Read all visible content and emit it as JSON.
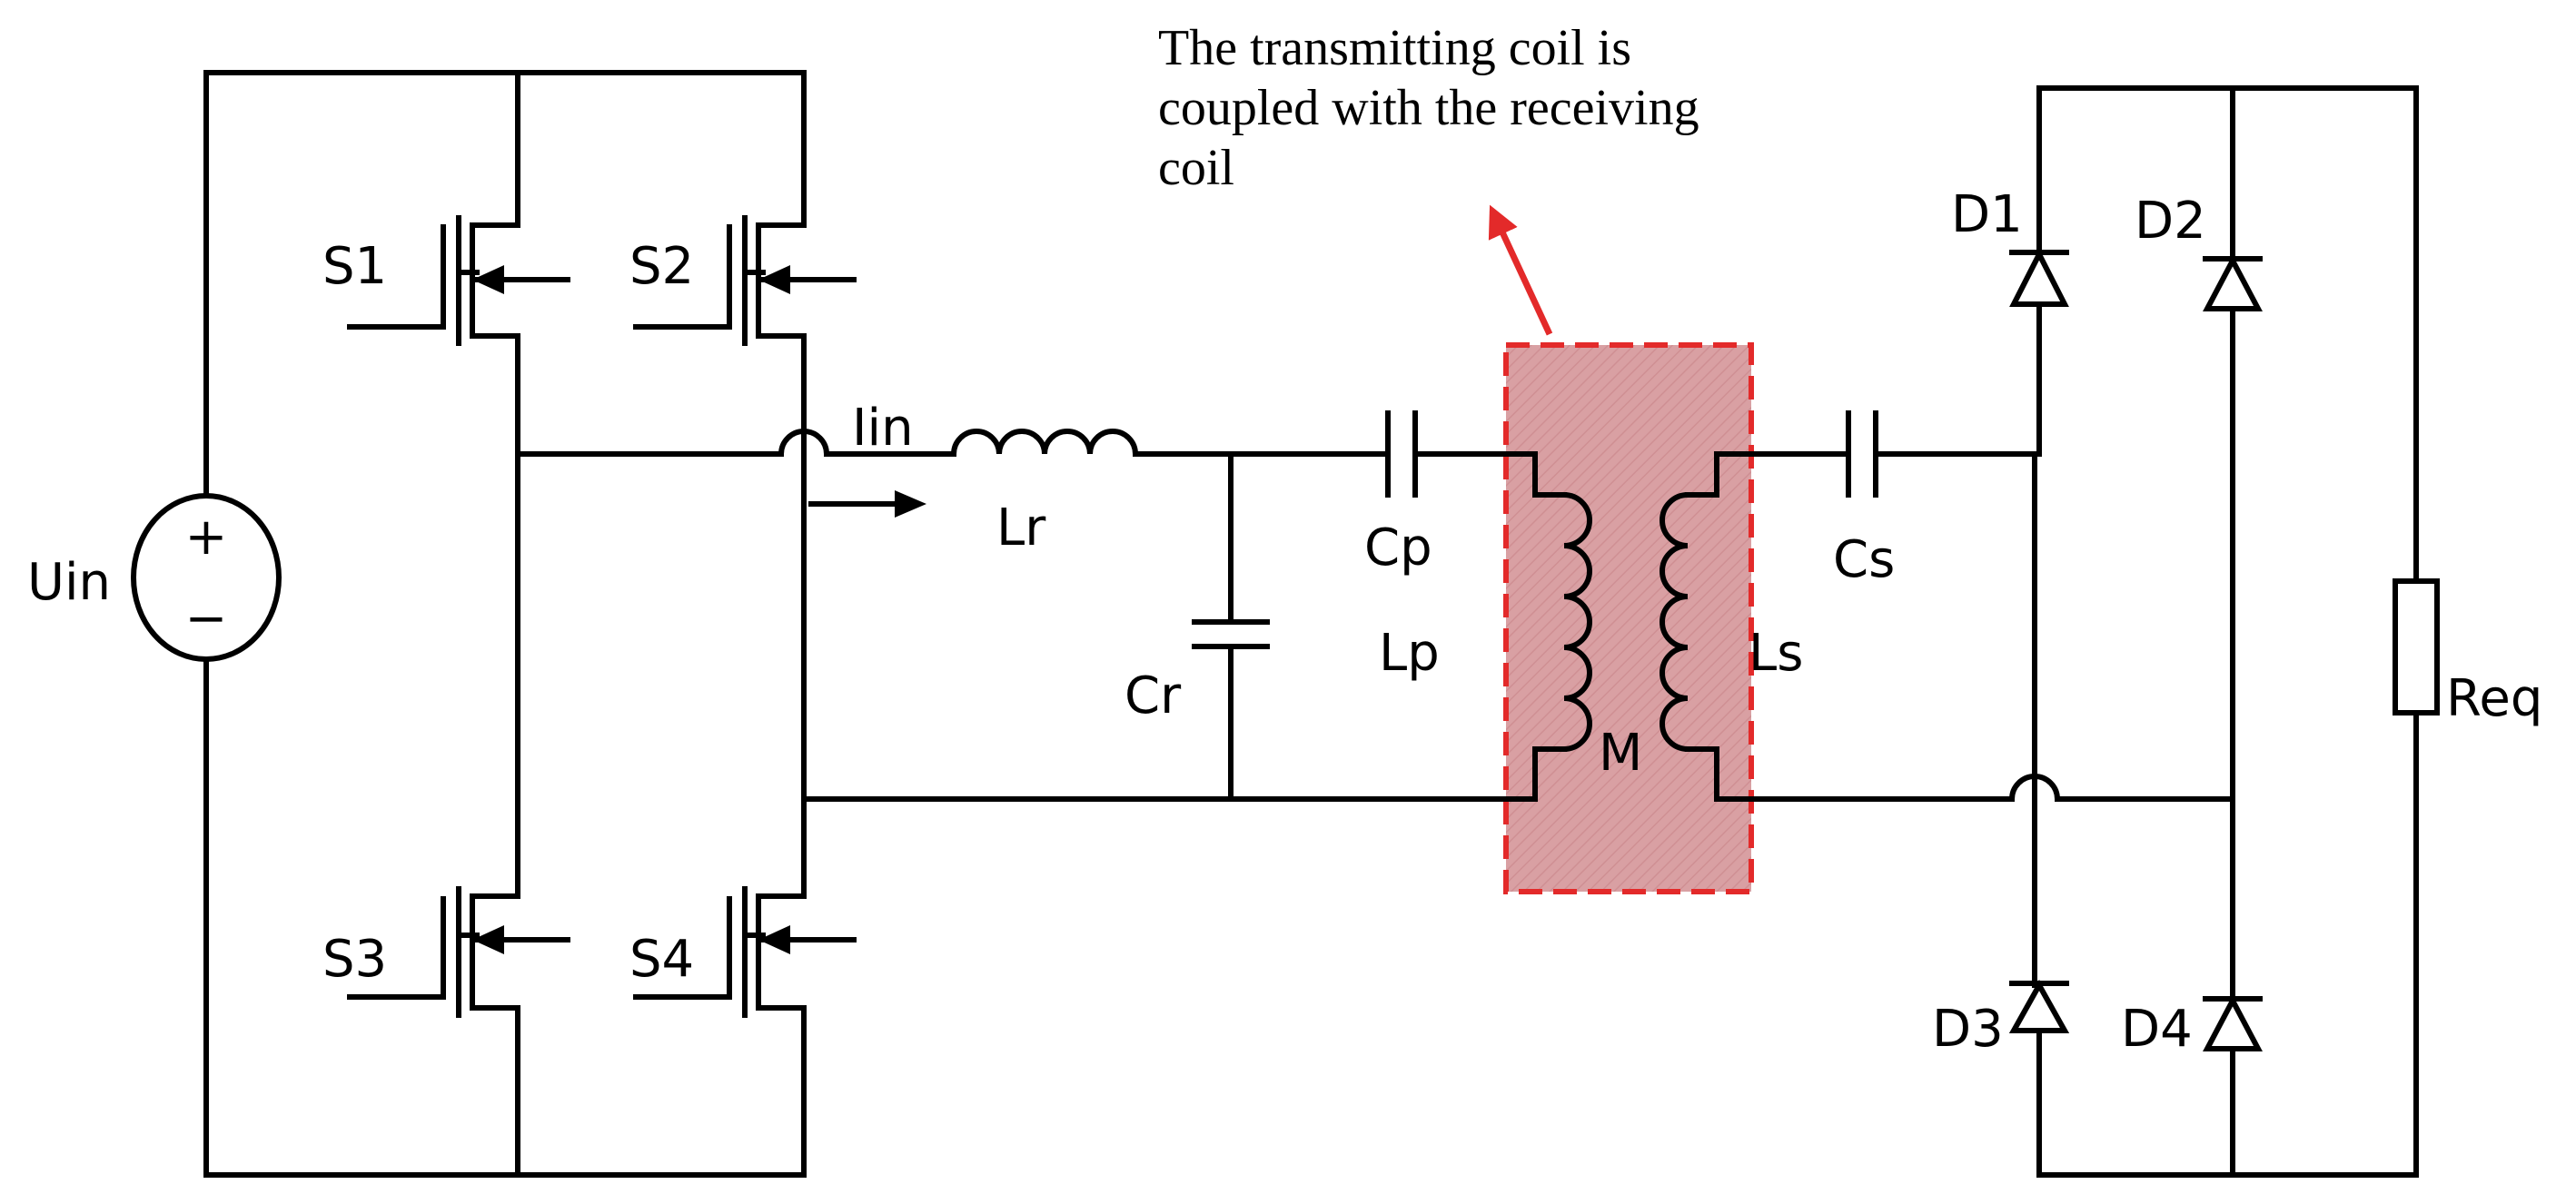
{
  "source": {
    "label": "Uin",
    "plus": "+",
    "minus": "−"
  },
  "switches": [
    "S1",
    "S2",
    "S3",
    "S4"
  ],
  "current_label": "Iin",
  "components": {
    "lr": "Lr",
    "cr": "Cr",
    "cp": "Cp",
    "lp": "Lp",
    "m": "M",
    "ls": "Ls",
    "cs": "Cs",
    "req": "Req"
  },
  "diodes": [
    "D1",
    "D2",
    "D3",
    "D4"
  ],
  "annotation": {
    "lines": [
      "The transmitting coil is",
      "coupled with the receiving",
      "coil"
    ]
  },
  "colors": {
    "highlight_fill": "#d9a0a3",
    "highlight_border": "#e32a2a",
    "wire": "#000000"
  }
}
